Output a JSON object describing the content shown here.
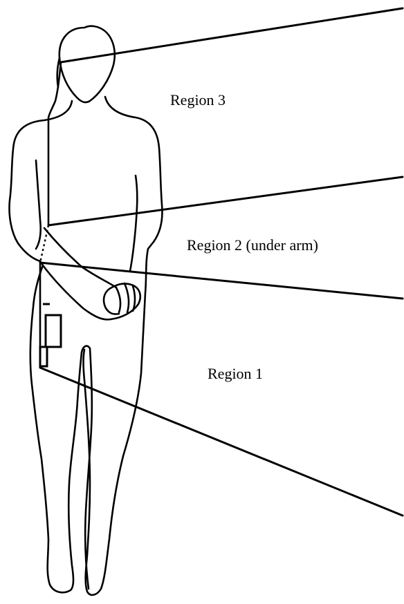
{
  "labels": {
    "region_3": "Region 3",
    "region_2": "Region 2 (under arm)",
    "region_1": "Region 1"
  },
  "colors": {
    "line": "#000000",
    "background": "#ffffff"
  }
}
